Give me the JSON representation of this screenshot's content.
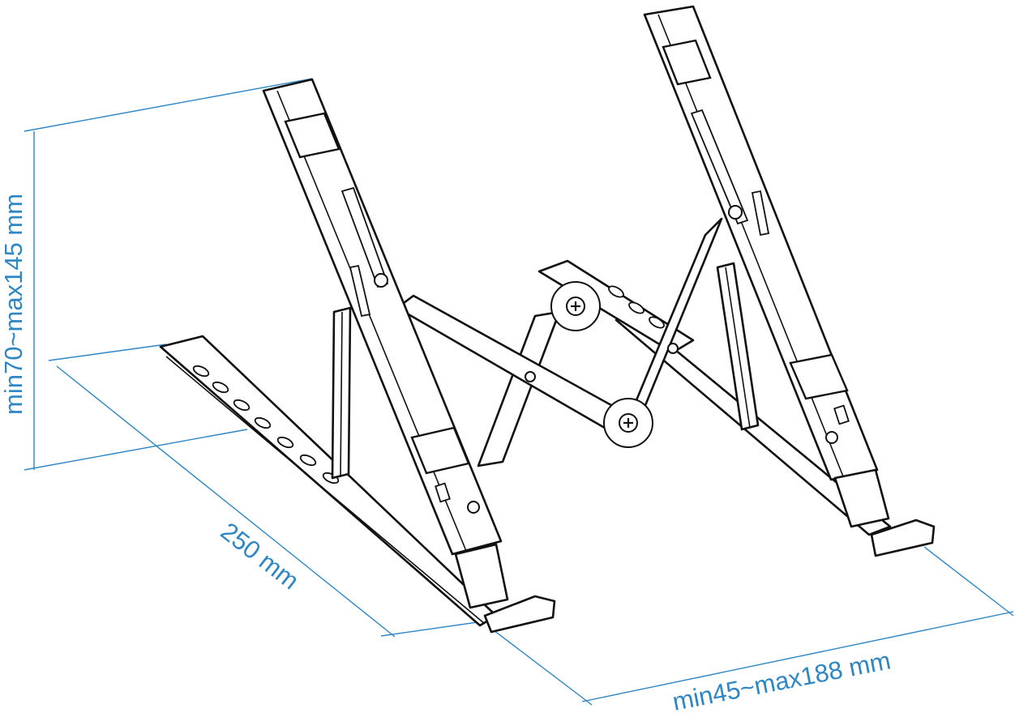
{
  "dimensions": {
    "height": "min70~max145 mm",
    "depth": "250 mm",
    "width": "min45~max188 mm"
  },
  "colors": {
    "dimension": "#2f86c4",
    "outline": "#111111",
    "background": "#ffffff"
  }
}
